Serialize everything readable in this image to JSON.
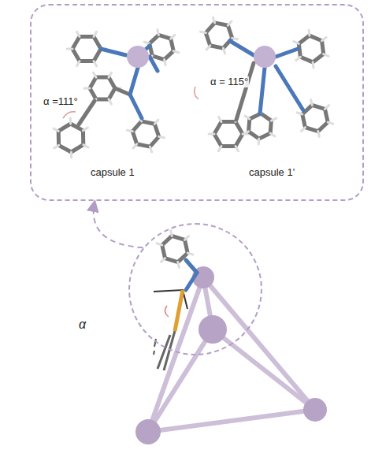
{
  "diagram": {
    "nodes": [
      {
        "text": [
          "α =111°",
          "capsule 1",
          "α = 115°",
          "capsule 1'"
        ]
      },
      {
        "text": [
          "α"
        ]
      }
    ],
    "edges": [
      {
        "from": 1,
        "to": 0,
        "arrow": "to"
      }
    ]
  }
}
